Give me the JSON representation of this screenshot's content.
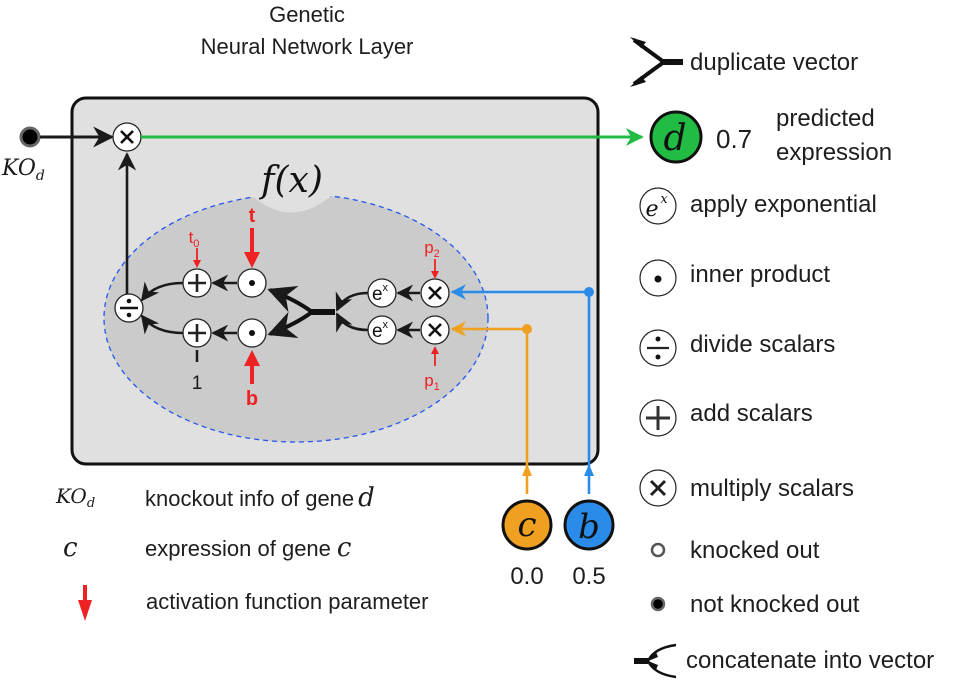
{
  "title": {
    "line1": "Genetic",
    "line2": "Neural Network Layer"
  },
  "colors": {
    "box_fill": "#e0e0e0",
    "ellipse_fill": "#cbcbcb",
    "ellipse_border": "#2255ee",
    "green": "#22bb44",
    "orange": "#f0a020",
    "blue": "#2a8ce8",
    "red": "#ee2222"
  },
  "diagram": {
    "function_label": "f(x)",
    "ko_label": "KO",
    "ko_sub": "d",
    "params": {
      "t": "t",
      "t0": "t",
      "t0_sub": "0",
      "b": "b",
      "p1": "p",
      "p1_sub": "1",
      "p2": "p",
      "p2_sub": "2",
      "one": "1"
    },
    "exp_label": "e",
    "exp_sup": "x",
    "output": {
      "gene": "d",
      "value": "0.7",
      "label_line1": "predicted",
      "label_line2": "expression"
    },
    "inputs": [
      {
        "gene": "c",
        "value": "0.0",
        "color": "#f0a020"
      },
      {
        "gene": "b",
        "value": "0.5",
        "color": "#2a8ce8"
      }
    ]
  },
  "legend_right": [
    {
      "icon": "duplicate-vector-icon",
      "label": "duplicate vector"
    },
    {
      "icon": "exponential-icon",
      "label": "apply exponential"
    },
    {
      "icon": "inner-product-icon",
      "label": "inner product"
    },
    {
      "icon": "divide-icon",
      "label": "divide scalars"
    },
    {
      "icon": "add-icon",
      "label": "add scalars"
    },
    {
      "icon": "multiply-icon",
      "label": "multiply scalars"
    },
    {
      "icon": "knocked-out-icon",
      "label": "knocked out"
    },
    {
      "icon": "not-knocked-out-icon",
      "label": "not knocked out"
    },
    {
      "icon": "concatenate-icon",
      "label": "concatenate into vector"
    }
  ],
  "legend_bottom": [
    {
      "symbol": "KO",
      "symbol_sub": "d",
      "label": "knockout info of gene",
      "label_var": "d"
    },
    {
      "symbol": "c",
      "label": "expression of gene",
      "label_var": "c"
    },
    {
      "symbol": "red-arrow",
      "label": "activation function parameter"
    }
  ]
}
